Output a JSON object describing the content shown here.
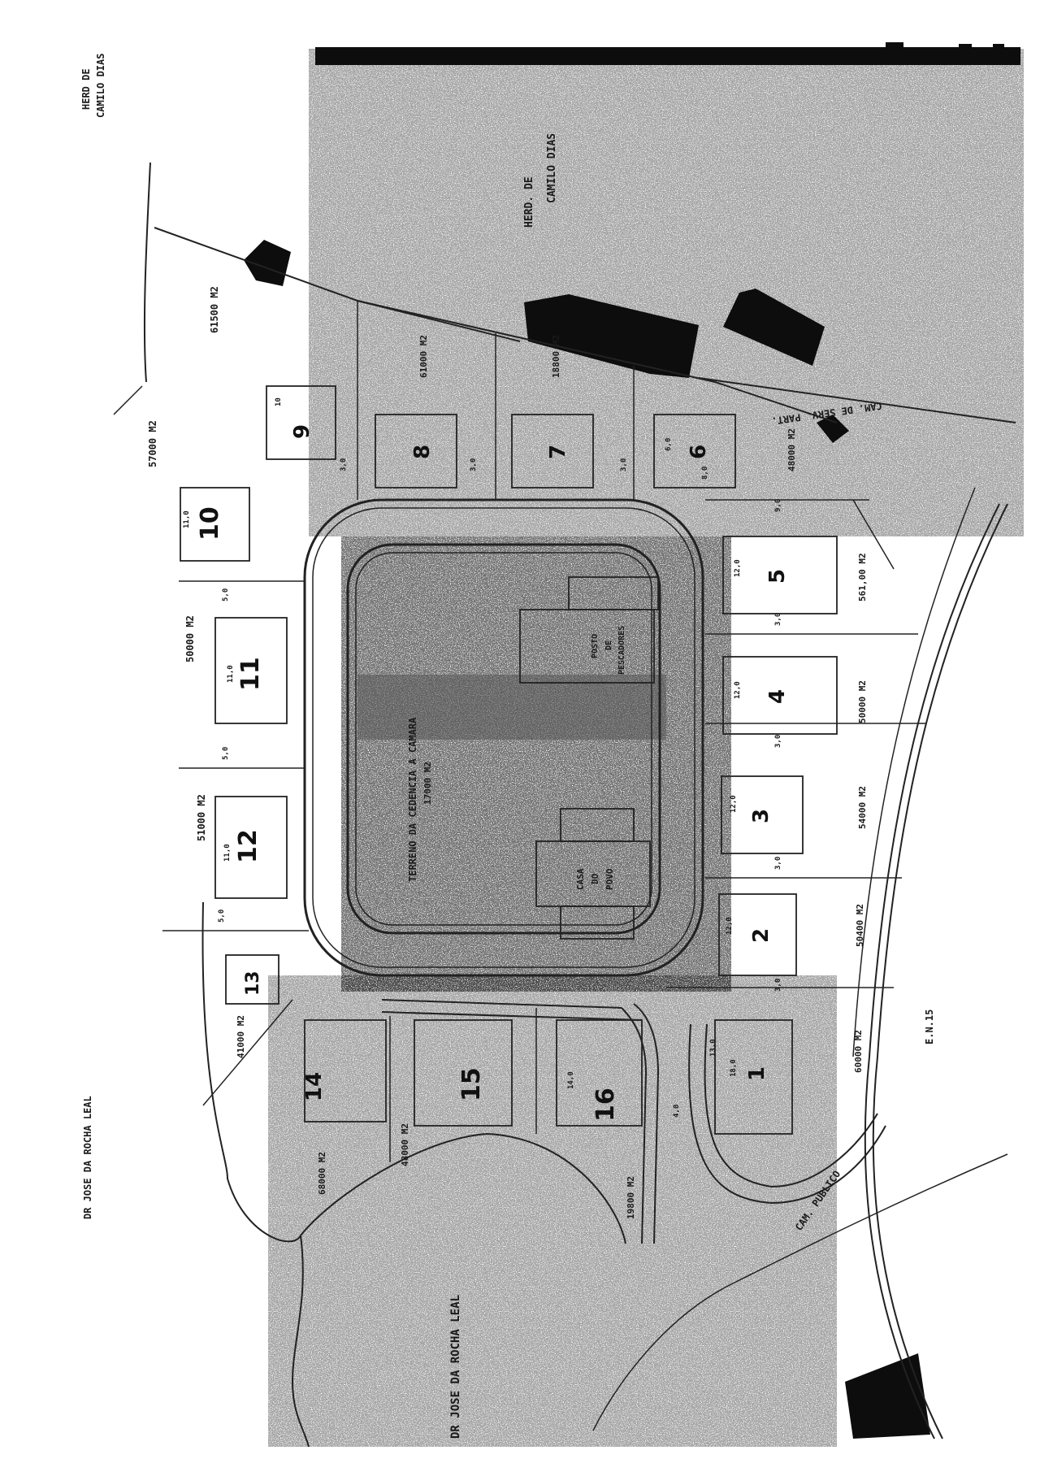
{
  "labels": {
    "herd_camilo_top_left_1": "HERD DE",
    "herd_camilo_top_left_2": "CAMILO DIAS",
    "herd_camilo_center_1": "HERD. DE",
    "herd_camilo_center_2": "CAMILO DIAS",
    "cam_serv_part": "CAM. DE SERV. PART.",
    "dr_jose_left": "DR JOSE DA ROCHA LEAL",
    "dr_jose_bottom": "DR JOSE DA ROCHA LEAL",
    "enis": "E.N.15",
    "cam_publico": "CAM. PUBLICO",
    "terreno_camara_1": "TERRENO DA CEDENCIA A CAMARA",
    "terreno_camara_2": "17000 M2",
    "casa_do_povo_1": "CASA",
    "casa_do_povo_2": "DO",
    "casa_do_povo_3": "POVO",
    "posto_1": "POSTO",
    "posto_2": "DE",
    "posto_3": "PESCADORES"
  },
  "areas": {
    "a_61500": "61500 M2",
    "a_57000": "57000 M2",
    "a_50000_left": "50000 M2",
    "a_51000_left": "51000 M2",
    "a_41000": "41000 M2",
    "a_48000": "48000 M2",
    "a_68000": "68000 M2",
    "a_19800": "19800 M2",
    "a_61000_top": "61000 M2",
    "a_18800_top": "18800 M2",
    "a_48000_right": "48000 M2",
    "a_56100": "561,00 M2",
    "a_50000_right": "50000 M2",
    "a_54000": "54000 M2",
    "a_50400": "50400 M2",
    "a_60000": "60000 M2"
  },
  "lots": {
    "l1": "1",
    "l2": "2",
    "l3": "3",
    "l4": "4",
    "l5": "5",
    "l6": "6",
    "l7": "7",
    "l8": "8",
    "l9": "9",
    "l10": "10",
    "l11": "11",
    "l12": "12",
    "l13": "13",
    "l14": "14",
    "l15": "15",
    "l16": "16"
  },
  "dims": {
    "d10": "10",
    "d13": "13,0",
    "d11": "11,0",
    "d12": "12,0",
    "d8": "8,0",
    "d30": "3,0",
    "d50": "5,0",
    "d60": "6,0",
    "d40": "4,0",
    "d180": "18,0",
    "d140": "14,0",
    "d90": "9,0"
  }
}
